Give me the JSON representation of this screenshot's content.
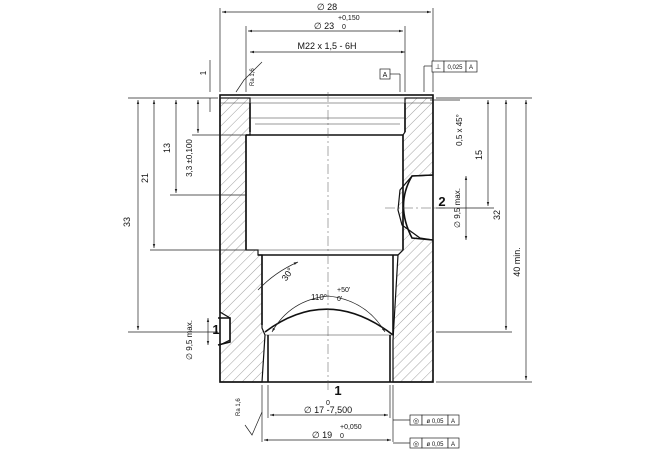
{
  "diagram": {
    "dims": {
      "od_28": "∅ 28",
      "tol_23_upper": "+0,150",
      "d_23": "∅ 23",
      "tol_23_lower": "0",
      "thread": "M22 x 1,5 - 6H",
      "one_top": "1",
      "d33": "33",
      "d21": "21",
      "d13": "13",
      "d33_100": "3,3 ±0,100",
      "chamfer": "0,5 x 45°",
      "d15": "15",
      "bore_95_right": "∅ 9,5 max.",
      "d32": "32",
      "d40": "40 min.",
      "angle30": "30°",
      "angle110": "110°",
      "tol_110_upper": "+50'",
      "tol_110_lower": "0'",
      "bore_95_left": "∅ 9,5 max.",
      "tol_17_upper": "0",
      "d_17": "∅ 17 -7,500",
      "tol_19_upper": "+0,050",
      "d_19": "∅ 19",
      "tol_19_lower": "0"
    },
    "labels": {
      "port1_left": "1",
      "port1_bottom": "1",
      "port2_right": "2"
    },
    "roughness": {
      "top": "Ra 1,6",
      "bottom": "Ra 1,6"
    },
    "datum": {
      "top": "A"
    },
    "tolerance_frames": [
      {
        "symbol": "⊥",
        "value": "0,025",
        "datum": "A"
      },
      {
        "symbol": "◎",
        "value": "ø 0,05",
        "datum": "A"
      },
      {
        "symbol": "◎",
        "value": "ø 0,05",
        "datum": "A"
      }
    ]
  }
}
